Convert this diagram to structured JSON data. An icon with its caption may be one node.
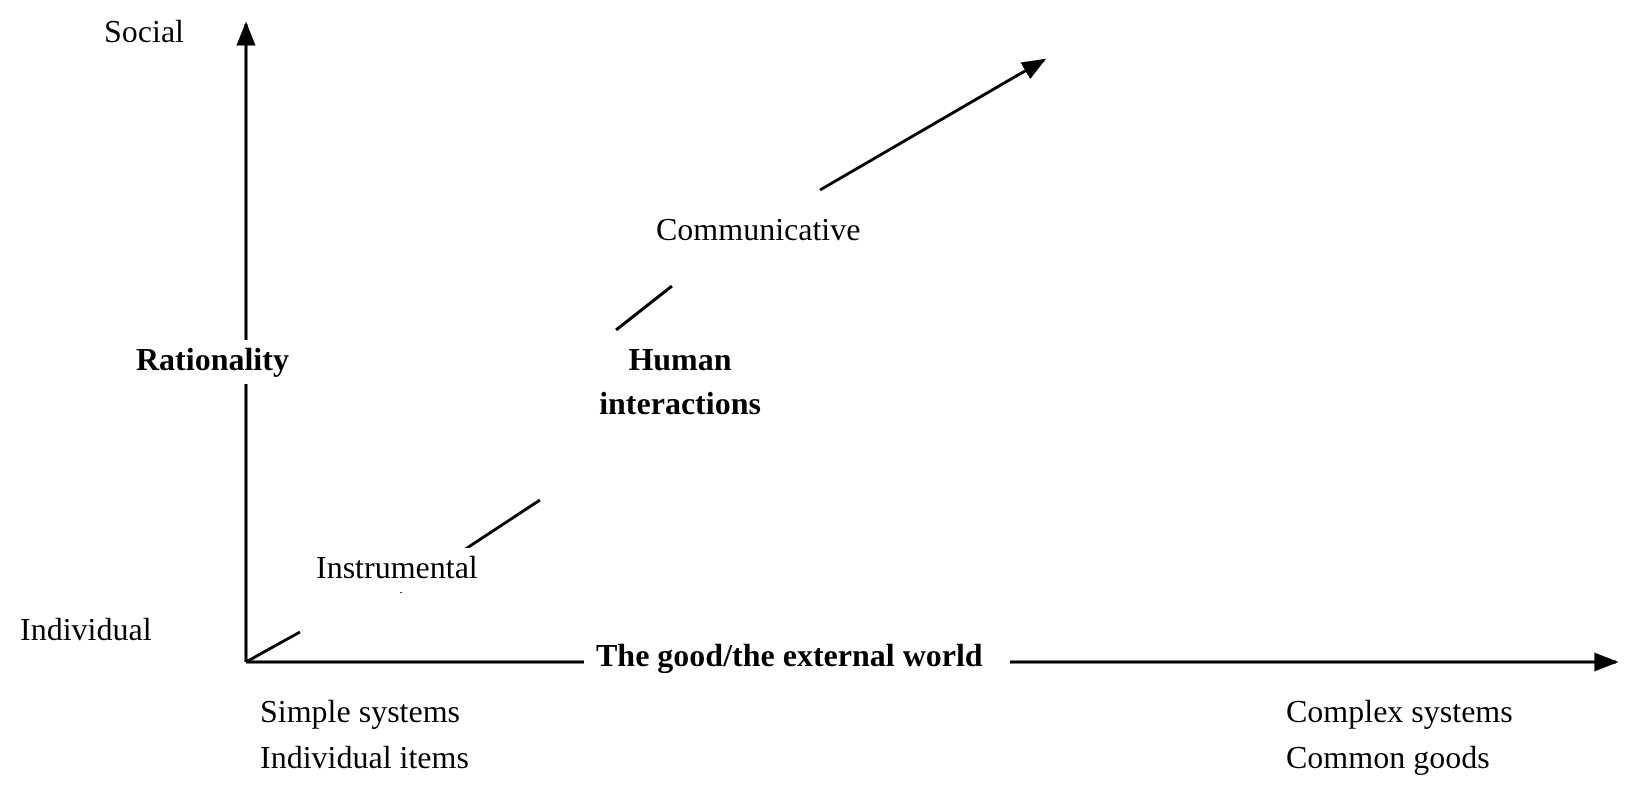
{
  "diagram": {
    "labels": [
      "Social",
      "Communicative",
      "Rationality",
      "Human interactions",
      "Instrumental",
      "Individual",
      "The good/the external world",
      "Simple systems",
      "Individual items",
      "Complex systems",
      "Common goods"
    ]
  }
}
